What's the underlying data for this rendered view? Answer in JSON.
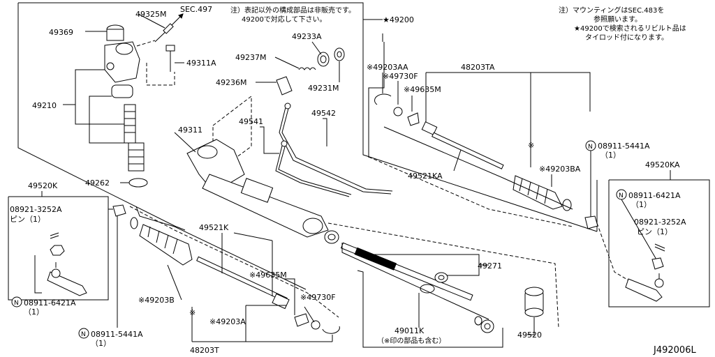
{
  "notes": {
    "jp1": "注）表記以外の構成部品は非販売です。",
    "jp2": "49200で対応して下さい。",
    "right1": "注）マウンティングはSEC.483を",
    "right2": "参照願います。",
    "right3": "★49200で検索されるリビルト品は",
    "right4": "タイロッド付になります。"
  },
  "labels": {
    "sec497": "SEC.497",
    "p49200": "★49200",
    "p49325m": "49325M",
    "p49369": "49369",
    "p49311a": "49311A",
    "p49210": "49210",
    "p49262": "49262",
    "p49233a": "49233A",
    "p49237m": "49237M",
    "p49231m": "49231M",
    "p49236m": "49236M",
    "p49311": "49311",
    "p49541": "49541",
    "p49542": "49542",
    "p49520k": "49520K",
    "p08921_3252a_l": "08921-3252A",
    "pin1_l": "ピン（1）",
    "p08911_6421a_l": "08911-6421A",
    "p08911_6421a_l_qty": "（1）",
    "p49203b": "※49203B",
    "p08911_5441a_l": "08911-5441A",
    "p08911_5441a_l_qty": "（1）",
    "p48203t": "48203T",
    "p49203a": "※49203A",
    "p49635m_l": "※49635M",
    "p49730f_l": "※49730F",
    "p49521k": "49521K",
    "p49011k": "49011K",
    "p49011k_note": "（※印の部品も含む）",
    "p49271": "49271",
    "p49520": "49520",
    "p49203aa": "※49203AA",
    "p49730f_r": "※49730F",
    "p48203ta": "48203TA",
    "p49635m_r": "※49635M",
    "p49521ka": "49521KA",
    "p49203ba": "※49203BA",
    "p08911_5441a_r": "08911-5441A",
    "p08911_5441a_r_qty": "（1）",
    "p49520ka": "49520KA",
    "p08911_6421a_r": "08911-6421A",
    "p08911_6421a_r_qty": "（1）",
    "p08921_3252a_r": "08921-3252A",
    "pin1_r": "ピン（1）",
    "star1": "※",
    "star2": "※",
    "diagram_id": "J492006L"
  },
  "icons": {
    "circle_n": "N"
  }
}
